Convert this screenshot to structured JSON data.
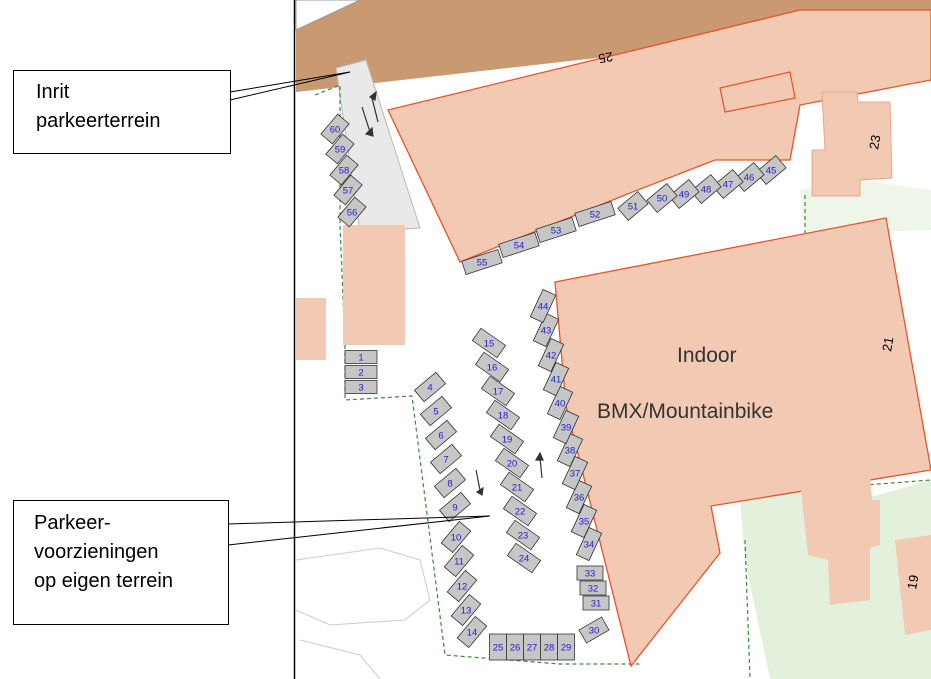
{
  "callouts": {
    "inrit": {
      "lines": [
        "Inrit",
        "parkeerterrein"
      ]
    },
    "parkeer": {
      "lines": [
        "Parkeer-",
        "voorzieningen",
        "op eigen terrein"
      ]
    }
  },
  "buildings": {
    "indoor_line1": "Indoor",
    "indoor_line2": "BMX/Mountainbike"
  },
  "house_numbers": {
    "n25": "25",
    "n23": "23",
    "n21": "21",
    "n19": "19"
  },
  "parking_spots": [
    "1",
    "2",
    "3",
    "4",
    "5",
    "6",
    "7",
    "8",
    "9",
    "10",
    "11",
    "12",
    "13",
    "14",
    "15",
    "16",
    "17",
    "18",
    "19",
    "20",
    "21",
    "22",
    "23",
    "24",
    "25",
    "26",
    "27",
    "28",
    "29",
    "30",
    "31",
    "32",
    "33",
    "34",
    "35",
    "36",
    "37",
    "38",
    "39",
    "40",
    "41",
    "42",
    "43",
    "44",
    "45",
    "46",
    "47",
    "48",
    "49",
    "50",
    "51",
    "52",
    "53",
    "54",
    "55",
    "56",
    "57",
    "58",
    "59",
    "60"
  ],
  "colors": {
    "building_fill": "#f2c9b3",
    "building_stroke": "#e8542a",
    "road": "#c99a72",
    "lawn": "#e3f1dc",
    "parking_spot": "#c6c6c6",
    "spot_label": "#2222cc",
    "boundary": "#3a8a3a"
  }
}
